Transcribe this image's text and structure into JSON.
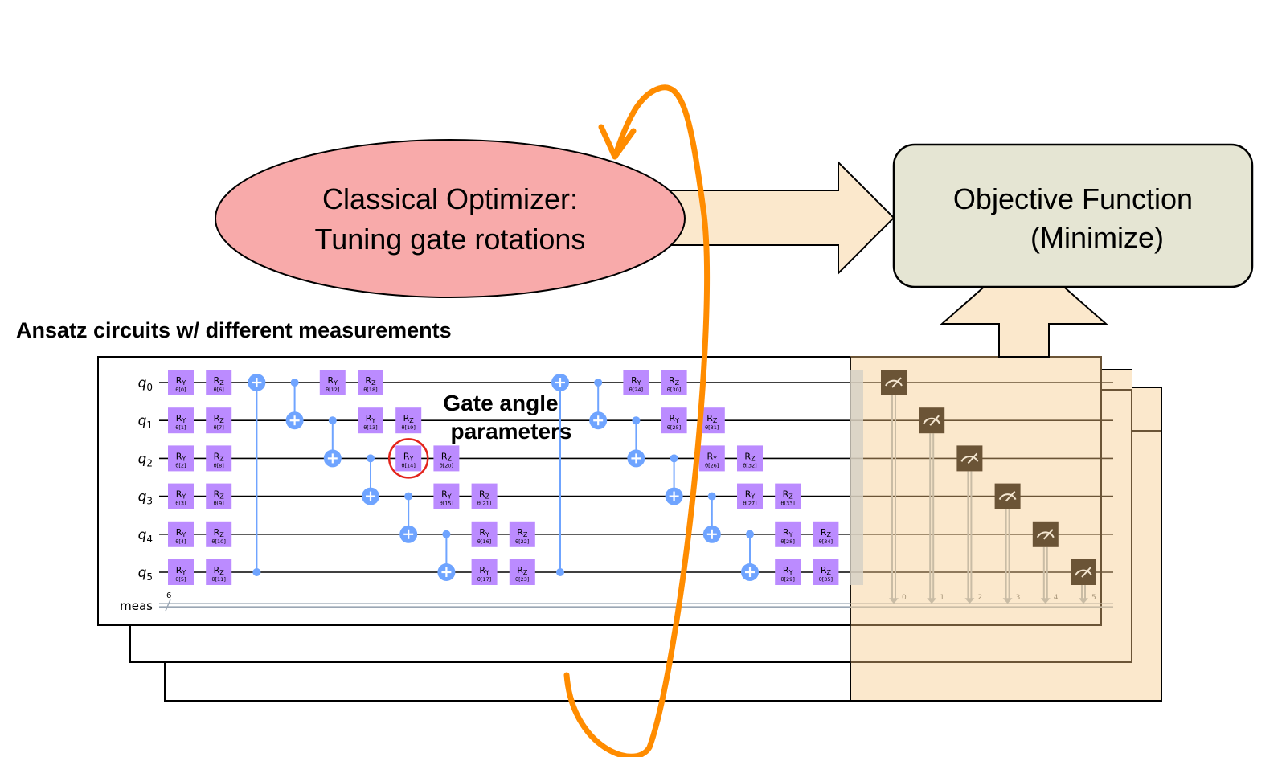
{
  "optimizer": {
    "line1": "Classical Optimizer:",
    "line2": "Tuning gate rotations",
    "fill": "#f8aaaa"
  },
  "objective": {
    "line1": "Objective Function",
    "line2": "(Minimize)",
    "fill": "#e5e5d3"
  },
  "ansatz_title": "Ansatz circuits w/ different measurements",
  "annotation": {
    "line1": "Gate angle",
    "line2": "parameters",
    "highlight_gate": "θ[14]",
    "highlight_color": "#e3241b"
  },
  "colors": {
    "gate": "#bb8bff",
    "cnot": "#6fa4ff",
    "measure_box": "#6b5436",
    "measure_bg": "#fbe8cc",
    "arrow_fill": "#fbe8cc",
    "loop": "#ff8c00"
  },
  "circuit": {
    "qubits": [
      "q0",
      "q1",
      "q2",
      "q3",
      "q4",
      "q5"
    ],
    "classical_label": "meas",
    "classical_width": "6",
    "gates": [
      {
        "type": "R",
        "name": "Y",
        "param": "θ[0]",
        "q": 0,
        "col": 0
      },
      {
        "type": "R",
        "name": "Y",
        "param": "θ[1]",
        "q": 1,
        "col": 0
      },
      {
        "type": "R",
        "name": "Y",
        "param": "θ[2]",
        "q": 2,
        "col": 0
      },
      {
        "type": "R",
        "name": "Y",
        "param": "θ[3]",
        "q": 3,
        "col": 0
      },
      {
        "type": "R",
        "name": "Y",
        "param": "θ[4]",
        "q": 4,
        "col": 0
      },
      {
        "type": "R",
        "name": "Y",
        "param": "θ[5]",
        "q": 5,
        "col": 0
      },
      {
        "type": "R",
        "name": "Z",
        "param": "θ[6]",
        "q": 0,
        "col": 1
      },
      {
        "type": "R",
        "name": "Z",
        "param": "θ[7]",
        "q": 1,
        "col": 1
      },
      {
        "type": "R",
        "name": "Z",
        "param": "θ[8]",
        "q": 2,
        "col": 1
      },
      {
        "type": "R",
        "name": "Z",
        "param": "θ[9]",
        "q": 3,
        "col": 1
      },
      {
        "type": "R",
        "name": "Z",
        "param": "θ[10]",
        "q": 4,
        "col": 1
      },
      {
        "type": "R",
        "name": "Z",
        "param": "θ[11]",
        "q": 5,
        "col": 1
      },
      {
        "type": "CX",
        "ctrl": 5,
        "tgt": 0,
        "col": 2
      },
      {
        "type": "CX",
        "ctrl": 0,
        "tgt": 1,
        "col": 3
      },
      {
        "type": "R",
        "name": "Y",
        "param": "θ[12]",
        "q": 0,
        "col": 4
      },
      {
        "type": "CX",
        "ctrl": 1,
        "tgt": 2,
        "col": 4
      },
      {
        "type": "R",
        "name": "Z",
        "param": "θ[18]",
        "q": 0,
        "col": 5
      },
      {
        "type": "R",
        "name": "Y",
        "param": "θ[13]",
        "q": 1,
        "col": 5
      },
      {
        "type": "CX",
        "ctrl": 2,
        "tgt": 3,
        "col": 5
      },
      {
        "type": "R",
        "name": "Z",
        "param": "θ[19]",
        "q": 1,
        "col": 6
      },
      {
        "type": "R",
        "name": "Y",
        "param": "θ[14]",
        "q": 2,
        "col": 6
      },
      {
        "type": "CX",
        "ctrl": 3,
        "tgt": 4,
        "col": 6
      },
      {
        "type": "R",
        "name": "Z",
        "param": "θ[20]",
        "q": 2,
        "col": 7
      },
      {
        "type": "R",
        "name": "Y",
        "param": "θ[15]",
        "q": 3,
        "col": 7
      },
      {
        "type": "CX",
        "ctrl": 4,
        "tgt": 5,
        "col": 7
      },
      {
        "type": "R",
        "name": "Z",
        "param": "θ[21]",
        "q": 3,
        "col": 8
      },
      {
        "type": "R",
        "name": "Y",
        "param": "θ[16]",
        "q": 4,
        "col": 8
      },
      {
        "type": "R",
        "name": "Y",
        "param": "θ[17]",
        "q": 5,
        "col": 8
      },
      {
        "type": "R",
        "name": "Z",
        "param": "θ[22]",
        "q": 4,
        "col": 9
      },
      {
        "type": "R",
        "name": "Z",
        "param": "θ[23]",
        "q": 5,
        "col": 9
      },
      {
        "type": "CX",
        "ctrl": 5,
        "tgt": 0,
        "col": 10
      },
      {
        "type": "CX",
        "ctrl": 0,
        "tgt": 1,
        "col": 11
      },
      {
        "type": "R",
        "name": "Y",
        "param": "θ[24]",
        "q": 0,
        "col": 12
      },
      {
        "type": "CX",
        "ctrl": 1,
        "tgt": 2,
        "col": 12
      },
      {
        "type": "R",
        "name": "Z",
        "param": "θ[30]",
        "q": 0,
        "col": 13
      },
      {
        "type": "R",
        "name": "Y",
        "param": "θ[25]",
        "q": 1,
        "col": 13
      },
      {
        "type": "CX",
        "ctrl": 2,
        "tgt": 3,
        "col": 13
      },
      {
        "type": "R",
        "name": "Z",
        "param": "θ[31]",
        "q": 1,
        "col": 14
      },
      {
        "type": "R",
        "name": "Y",
        "param": "θ[26]",
        "q": 2,
        "col": 14
      },
      {
        "type": "CX",
        "ctrl": 3,
        "tgt": 4,
        "col": 14
      },
      {
        "type": "R",
        "name": "Z",
        "param": "θ[32]",
        "q": 2,
        "col": 15
      },
      {
        "type": "R",
        "name": "Y",
        "param": "θ[27]",
        "q": 3,
        "col": 15
      },
      {
        "type": "CX",
        "ctrl": 4,
        "tgt": 5,
        "col": 15
      },
      {
        "type": "R",
        "name": "Z",
        "param": "θ[33]",
        "q": 3,
        "col": 16
      },
      {
        "type": "R",
        "name": "Y",
        "param": "θ[28]",
        "q": 4,
        "col": 16
      },
      {
        "type": "R",
        "name": "Y",
        "param": "θ[29]",
        "q": 5,
        "col": 16
      },
      {
        "type": "R",
        "name": "Z",
        "param": "θ[34]",
        "q": 4,
        "col": 17
      },
      {
        "type": "R",
        "name": "Z",
        "param": "θ[35]",
        "q": 5,
        "col": 17
      }
    ],
    "measurements": [
      {
        "q": 0,
        "bit": "0"
      },
      {
        "q": 1,
        "bit": "1"
      },
      {
        "q": 2,
        "bit": "2"
      },
      {
        "q": 3,
        "bit": "3"
      },
      {
        "q": 4,
        "bit": "4"
      },
      {
        "q": 5,
        "bit": "5"
      }
    ]
  }
}
